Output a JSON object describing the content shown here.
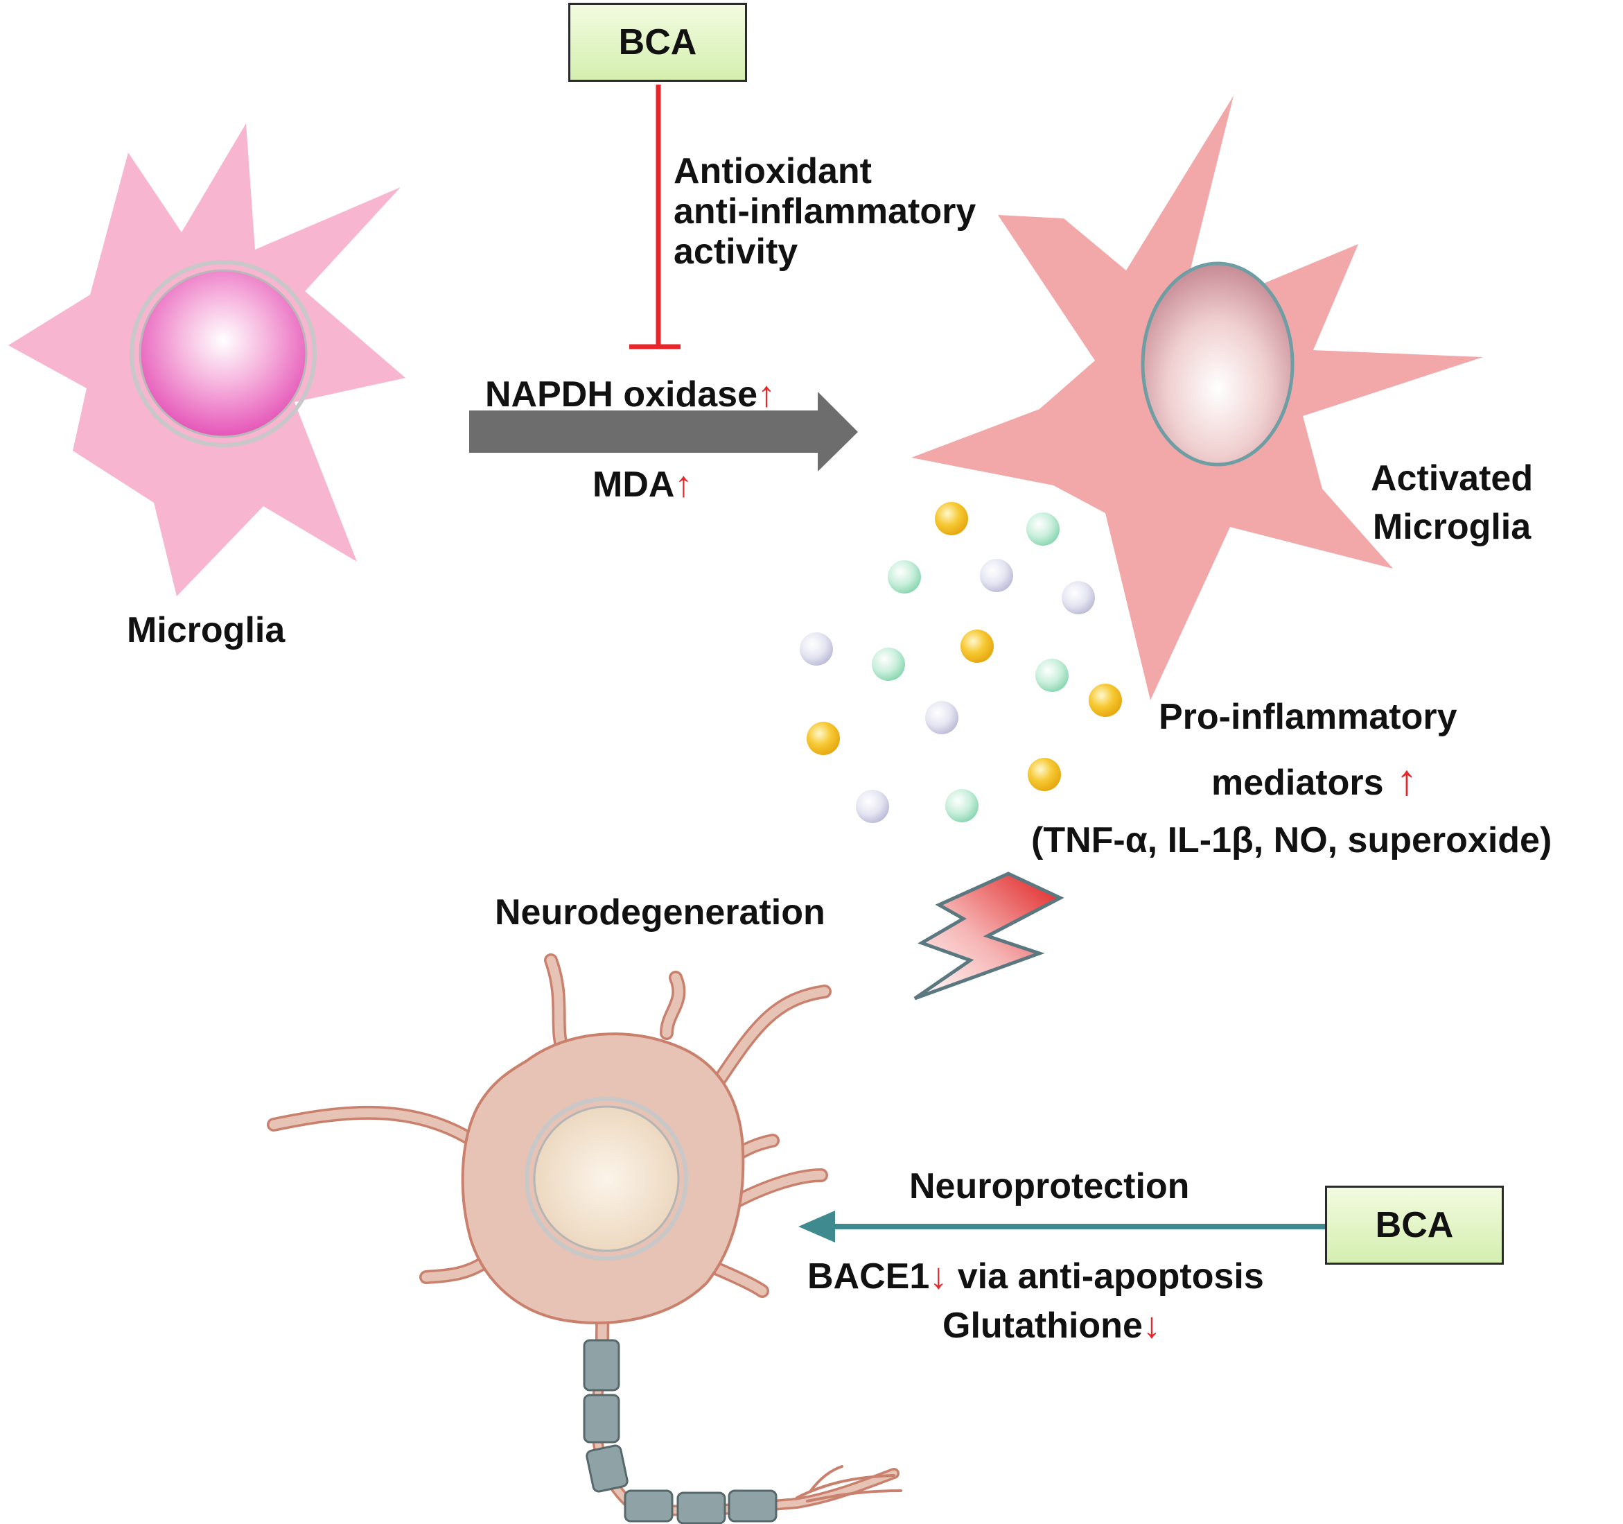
{
  "bca_top": "BCA",
  "bca_bottom": "BCA",
  "inhibition_label": [
    "Antioxidant",
    "anti-inflammatory",
    "activity"
  ],
  "arrow_top_label": "NAPDH oxidase",
  "arrow_bottom_label": "MDA",
  "microglia_label": "Microglia",
  "activated_label": [
    "Activated",
    "Microglia"
  ],
  "mediators_label": [
    "Pro-inflammatory",
    "mediators",
    "(TNF-α, IL-1β, NO, superoxide)"
  ],
  "neurodegeneration_label": "Neurodegeneration",
  "neuroprotection_label": "Neuroprotection",
  "bace1_label": "BACE1",
  "bace1_suffix": " via anti-apoptosis",
  "glutathione_label": "Glutathione",
  "up_arrow": "↑",
  "down_arrow": "↓",
  "colors": {
    "inhibition": "#e8262a",
    "main_arrow": "#6d6d6d",
    "neuroprotection_arrow": "#3e8a8e",
    "microglia": "#f7b5cf",
    "activated_microglia": "#f2a8a8",
    "neuron": "#e6c3b4",
    "myelin": "#8fa3a6"
  }
}
